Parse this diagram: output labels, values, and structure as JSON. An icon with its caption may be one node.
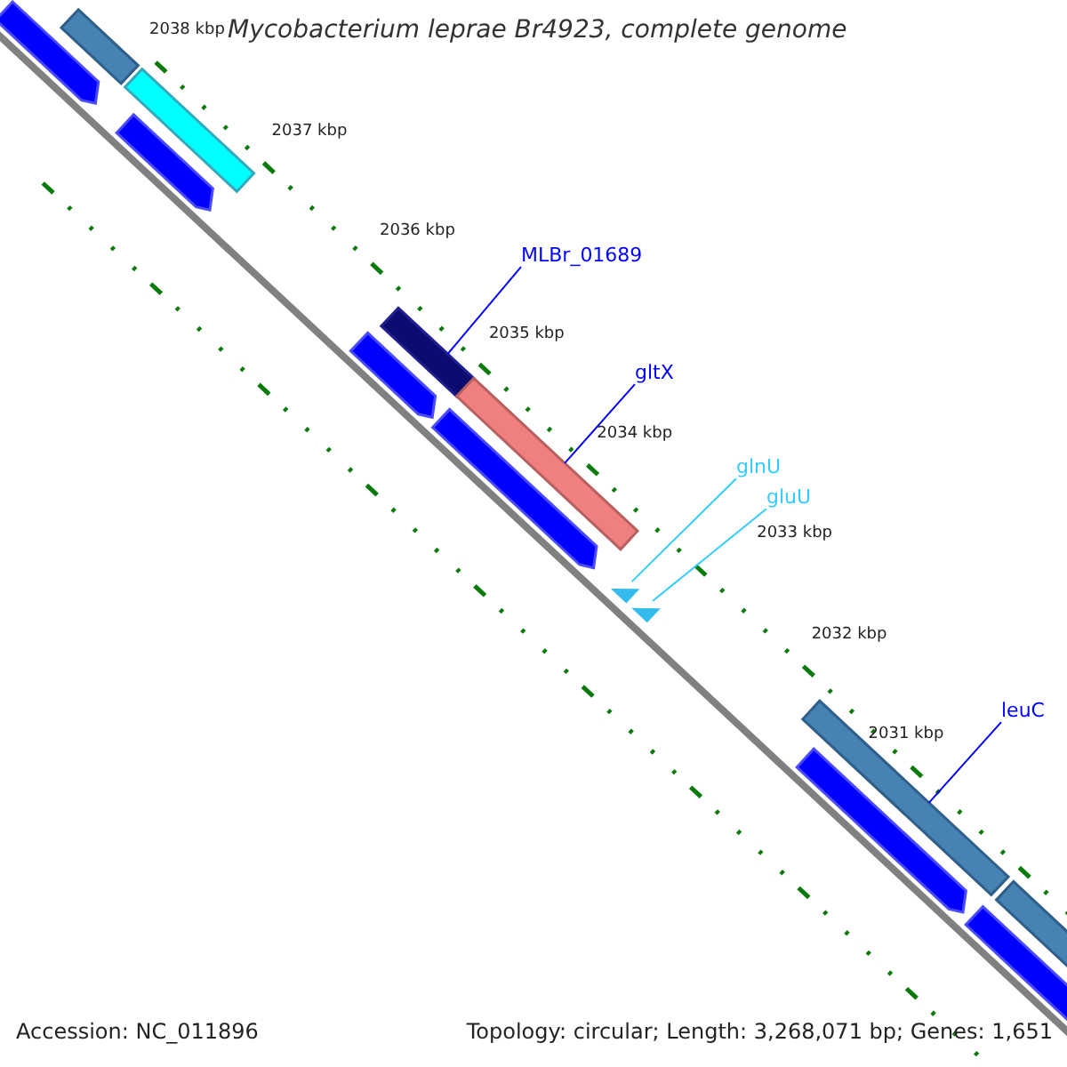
{
  "diagram": {
    "title": "Mycobacterium leprae Br4923, complete genome",
    "nodes": [
      {
        "text": [
          "MLBr_01689"
        ]
      },
      {
        "text": [],
        "shape": "bar"
      },
      {
        "text": [
          "gltX"
        ]
      },
      {
        "text": [],
        "shape": "bar"
      },
      {
        "text": [
          "glnU"
        ]
      },
      {
        "text": [],
        "shape": "triangle"
      },
      {
        "text": [
          "gluU"
        ]
      },
      {
        "text": [],
        "shape": "triangle"
      },
      {
        "text": [
          "leuC"
        ]
      },
      {
        "text": [],
        "shape": "bar"
      },
      {
        "text": [],
        "shape": "bar"
      },
      {
        "text": [],
        "shape": "bar"
      },
      {
        "text": [],
        "shape": "bar"
      },
      {
        "text": [],
        "shape": "bar"
      },
      {
        "text": [],
        "shape": "bar"
      },
      {
        "text": [],
        "shape": "bar"
      },
      {
        "text": [],
        "shape": "bar"
      },
      {
        "text": [],
        "shape": "bar"
      },
      {
        "text": [],
        "shape": "bar"
      }
    ],
    "edges": [
      {
        "from": 0,
        "to": 1,
        "arrow": "none"
      },
      {
        "from": 2,
        "to": 3,
        "arrow": "none"
      },
      {
        "from": 4,
        "to": 5,
        "arrow": "none",
        "color": "#33ccff"
      },
      {
        "from": 6,
        "to": 7,
        "arrow": "none",
        "color": "#33ccff"
      },
      {
        "from": 8,
        "to": 9,
        "arrow": "none"
      }
    ],
    "labels": [
      "2038 kbp",
      "2037 kbp",
      "2036 kbp",
      "2035 kbp",
      "2034 kbp",
      "2033 kbp",
      "2032 kbp",
      "2031 kbp",
      "Accession: NC_011896",
      "Topology: circular; Length: 3,268,071 bp; Genes: 1,651"
    ]
  }
}
